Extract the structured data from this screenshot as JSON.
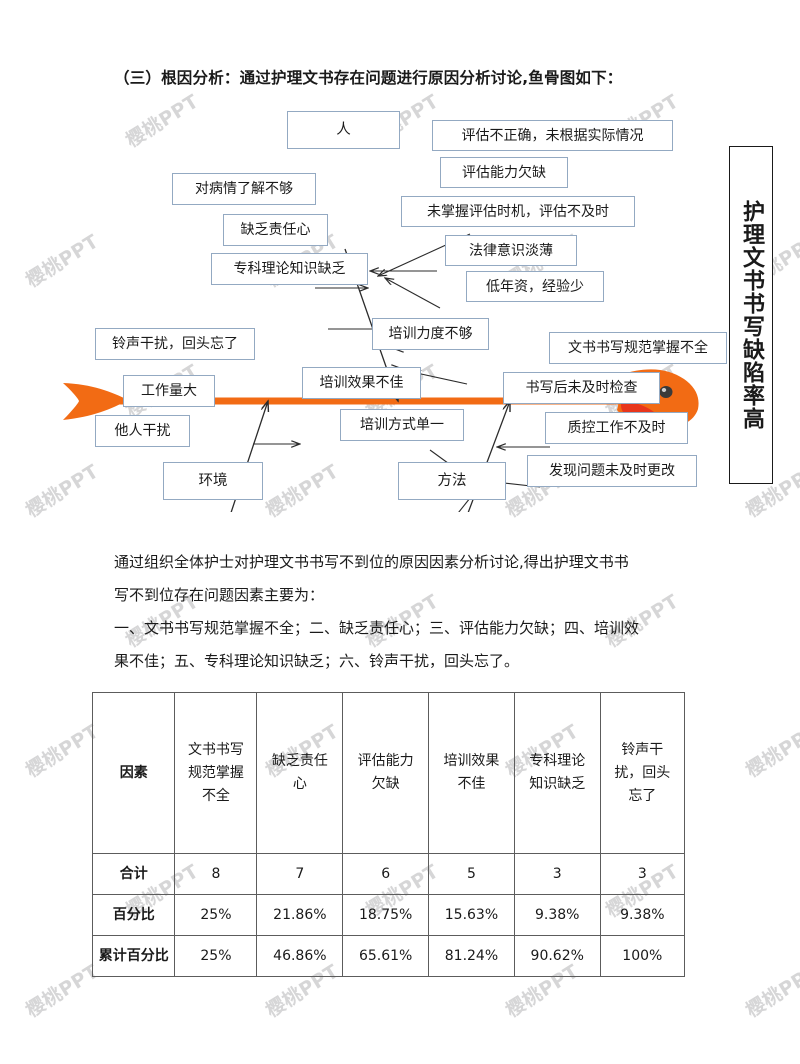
{
  "heading": "（三）根因分析：通过护理文书存在问题进行原因分析讨论,鱼骨图如下：",
  "watermark": {
    "text": "樱桃PPT"
  },
  "fishbone": {
    "result_title": "护理文书书写缺陷率高",
    "categories": [
      {
        "name": "category-person",
        "label": "人"
      },
      {
        "name": "category-environment",
        "label": "环境"
      },
      {
        "name": "category-method",
        "label": "方法"
      }
    ],
    "causes_top_left": [
      {
        "name": "cause-disease-understanding",
        "label": "对病情了解不够"
      },
      {
        "name": "cause-lack-responsibility",
        "label": "缺乏责任心"
      },
      {
        "name": "cause-lack-specialty-knowledge",
        "label": "专科理论知识缺乏"
      }
    ],
    "causes_top_right": [
      {
        "name": "cause-assessment-incorrect",
        "label": "评估不正确，未根据实际情况"
      },
      {
        "name": "cause-assessment-ability",
        "label": "评估能力欠缺"
      },
      {
        "name": "cause-assessment-timing",
        "label": "未掌握评估时机，评估不及时"
      },
      {
        "name": "cause-weak-legal-awareness",
        "label": "法律意识淡薄"
      },
      {
        "name": "cause-junior-little-experience",
        "label": "低年资，经验少"
      }
    ],
    "causes_bottom_left": [
      {
        "name": "cause-bell-interruption",
        "label": "铃声干扰，回头忘了"
      },
      {
        "name": "cause-heavy-workload",
        "label": "工作量大"
      },
      {
        "name": "cause-other-interruption",
        "label": "他人干扰"
      }
    ],
    "causes_bottom_middle": [
      {
        "name": "cause-insufficient-training",
        "label": "培训力度不够"
      },
      {
        "name": "cause-poor-training-effect",
        "label": "培训效果不佳"
      },
      {
        "name": "cause-single-training-method",
        "label": "培训方式单一"
      }
    ],
    "causes_bottom_right": [
      {
        "name": "cause-writing-standard-not-mastered",
        "label": "文书书写规范掌握不全"
      },
      {
        "name": "cause-no-timely-check",
        "label": "书写后未及时检查"
      },
      {
        "name": "cause-quality-control-delay",
        "label": "质控工作不及时"
      },
      {
        "name": "cause-problem-not-corrected",
        "label": "发现问题未及时更改"
      }
    ],
    "colors": {
      "spine": "#F26B14",
      "box_border": "#93a9c2",
      "fish_body": "#F26B14",
      "fish_mouth": "#E8361C",
      "fish_eye": "#3A3A3A"
    }
  },
  "paragraph": {
    "line1": "通过组织全体护士对护理文书书写不到位的原因因素分析讨论,得出护理文书书",
    "line2": "写不到位存在问题因素主要为：",
    "line3": "一、文书书写规范掌握不全；二、缺乏责任心；三、评估能力欠缺；四、培训效",
    "line4": "果不佳；五、专科理论知识缺乏；六、铃声干扰，回头忘了。"
  },
  "table": {
    "header": [
      "因素",
      "文书书写规范掌握不全",
      "缺乏责任心",
      "评估能力欠缺",
      "培训效果不佳",
      "专科理论知识缺乏",
      "铃声干扰，回头忘了"
    ],
    "header_lines": [
      [
        "因素"
      ],
      [
        "文书书写",
        "规范掌握",
        "不全"
      ],
      [
        "缺乏责任",
        "心"
      ],
      [
        "评估能力",
        "欠缺"
      ],
      [
        "培训效果",
        "不佳"
      ],
      [
        "专科理论",
        "知识缺乏"
      ],
      [
        "铃声干",
        "扰，回头",
        "忘了"
      ]
    ],
    "rows": [
      {
        "label": "合计",
        "values": [
          "8",
          "7",
          "6",
          "5",
          "3",
          "3"
        ]
      },
      {
        "label": "百分比",
        "values": [
          "25%",
          "21.86%",
          "18.75%",
          "15.63%",
          "9.38%",
          "9.38%"
        ]
      },
      {
        "label": "累计百分比",
        "values": [
          "25%",
          "46.86%",
          "65.61%",
          "81.24%",
          "90.62%",
          "100%"
        ]
      }
    ]
  },
  "chart_data": {
    "type": "table",
    "title": "护理文书书写缺陷率高 原因因素统计",
    "categories": [
      "文书书写规范掌握不全",
      "缺乏责任心",
      "评估能力欠缺",
      "培训效果不佳",
      "专科理论知识缺乏",
      "铃声干扰，回头忘了"
    ],
    "series": [
      {
        "name": "合计",
        "values": [
          8,
          7,
          6,
          5,
          3,
          3
        ]
      },
      {
        "name": "百分比",
        "values": [
          25,
          21.86,
          18.75,
          15.63,
          9.38,
          9.38
        ]
      },
      {
        "name": "累计百分比",
        "values": [
          25,
          46.86,
          65.61,
          81.24,
          90.62,
          100
        ]
      }
    ],
    "xlabel": "因素",
    "ylabel": "",
    "grid": true,
    "legend": "none"
  }
}
